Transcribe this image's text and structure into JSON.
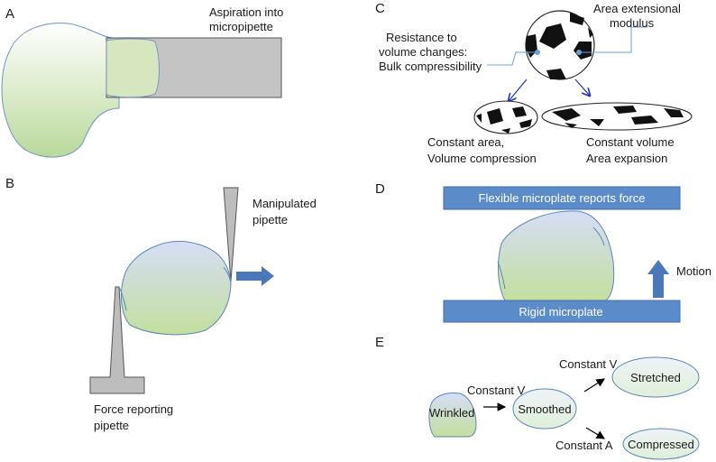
{
  "panels": {
    "a": {
      "letter": "A",
      "label_lines": [
        "Aspiration into",
        "micropipette"
      ]
    },
    "b": {
      "letter": "B",
      "manip_lines": [
        "Manipulated",
        "pipette"
      ],
      "force_lines": [
        "Force reporting",
        "pipette"
      ]
    },
    "c": {
      "letter": "C",
      "resist_lines": [
        "Resistance to",
        "volume changes:",
        "Bulk compressibility"
      ],
      "area_mod_lines": [
        "Area extensional",
        "modulus"
      ],
      "left_caption_lines": [
        "Constant area,",
        "Volume compression"
      ],
      "right_caption_lines": [
        "Constant volume",
        "Area expansion"
      ]
    },
    "d": {
      "letter": "D",
      "top_plate": "Flexible microplate reports force",
      "bottom_plate": "Rigid microplate",
      "motion": "Motion"
    },
    "e": {
      "letter": "E",
      "wrinkled": "Wrinkled",
      "smoothed": "Smoothed",
      "stretched": "Stretched",
      "compressed": "Compressed",
      "const_v_1": "Constant V",
      "const_v_2": "Constant V",
      "const_a": "Constant A"
    }
  },
  "colors": {
    "plate_blue": "#5b8cc9",
    "plate_border": "#3f6ea8",
    "pipette_gray": "#c0c0c0",
    "cell_green": "#c6e0a8",
    "cell_blue": "#d8e2f3",
    "cell_outline": "#5a86b8",
    "ellipse_fill": "#e6f0e4",
    "arrow_dark_blue": "#1f2fbf"
  }
}
